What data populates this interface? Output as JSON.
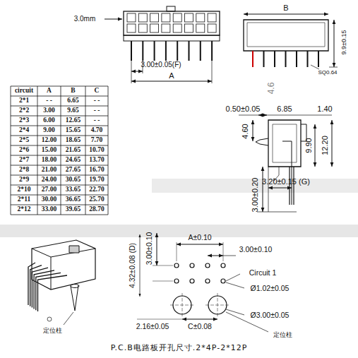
{
  "diagram": {
    "caption": "P.C.B电路板开孔尺寸.2*4P-2*12P",
    "labels": [
      "3.0mm",
      "3.00±0.05(F)",
      "A",
      "B",
      "9.9±0.15",
      "SQ0.64",
      "4.6",
      "circuit",
      "A",
      "B",
      "C",
      "2*1",
      "- -",
      "6.65",
      "- -",
      "2*2",
      "3.00",
      "9.65",
      "- -",
      "2*3",
      "6.00",
      "12.65",
      "- -",
      "2*4",
      "9.00",
      "15.65",
      "4.70",
      "2*5",
      "12.00",
      "18.65",
      "7.70",
      "2*6",
      "15.00",
      "21.65",
      "10.70",
      "2*7",
      "18.00",
      "24.65",
      "13.70",
      "2*8",
      "21.00",
      "27.65",
      "16.70",
      "2*9",
      "24.00",
      "30.65",
      "19.70",
      "2*10",
      "27.00",
      "33.65",
      "22.70",
      "2*11",
      "30.00",
      "36.65",
      "25.70",
      "2*12",
      "33.00",
      "39.65",
      "28.70",
      "0.50±0.05",
      "6.85",
      "1.40",
      "4.60",
      "9.90",
      "12.20",
      "3.20±0.15 (G)",
      "3.00±0.20",
      "4.32±0.08 (D)",
      "3.00±0.10",
      "A±0.10",
      "3.00±0.10",
      "Circuit 1",
      "Ø1.02±0.05",
      "Ø3.00±0.05",
      "2.16±0.05",
      "C±0.08",
      "定位柱",
      "定位柱"
    ]
  }
}
